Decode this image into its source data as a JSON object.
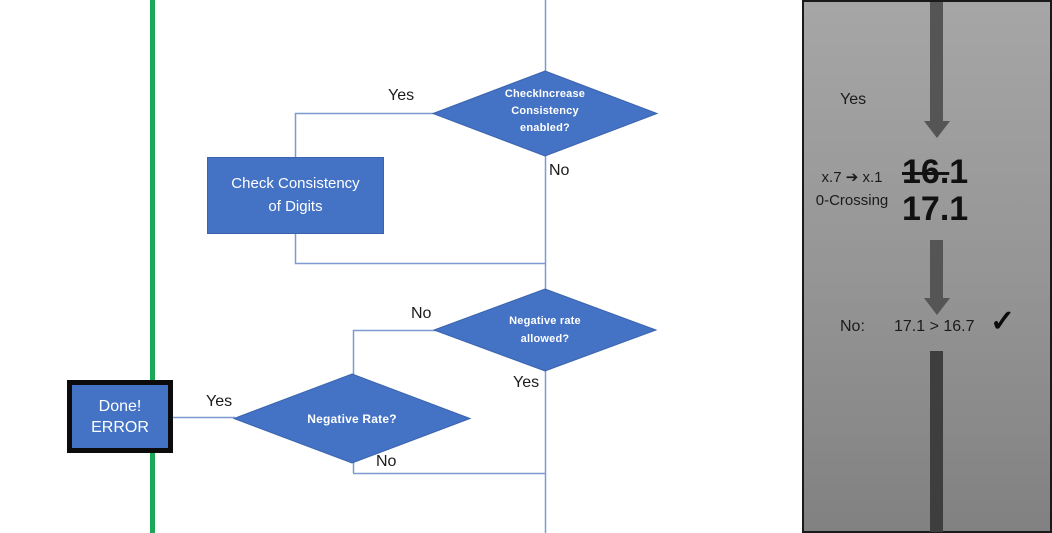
{
  "flowchart": {
    "decision_check_increase": {
      "line1": "CheckIncrease",
      "line2": "Consistency",
      "line3": "enabled?"
    },
    "process_check_consistency": {
      "line1": "Check Consistency",
      "line2": "of Digits"
    },
    "decision_negative_rate_allowed": {
      "line1": "Negative rate",
      "line2": "allowed?"
    },
    "decision_negative_rate": {
      "line1": "Negative Rate?"
    },
    "terminal_done_error": {
      "line1": "Done!",
      "line2": "ERROR"
    },
    "edge_labels": {
      "check_increase_yes": "Yes",
      "check_increase_no": "No",
      "rate_allowed_no": "No",
      "rate_allowed_yes": "Yes",
      "negative_rate_yes": "Yes",
      "negative_rate_no": "No"
    }
  },
  "side_panel": {
    "yes_label": "Yes",
    "rule_line1": "x.7 ➔ x.1",
    "rule_line2": "0-Crossing",
    "value_old_struck": "16.",
    "value_old_rest": "1",
    "value_new": "17.1",
    "result_prefix": "No:",
    "result_comparison": "17.1 > 16.7",
    "result_check": "✓"
  },
  "colors": {
    "node_fill": "#4472C4",
    "node_border": "#3B64AE",
    "connector_blue": "#7E9BD1",
    "green_line": "#1CA857",
    "done_box_border": "#0B0B0B",
    "panel_arrow_gray": "#555555",
    "panel_bar_dark": "#3E3E3E",
    "panel_border": "#1A1A1A"
  }
}
